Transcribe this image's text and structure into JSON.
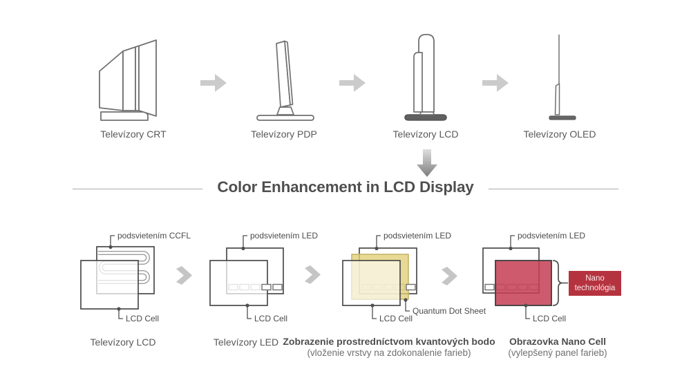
{
  "tv_evolution": {
    "items": [
      {
        "label": "Televízory CRT"
      },
      {
        "label": "Televízory PDP"
      },
      {
        "label": "Televízory LCD"
      },
      {
        "label": "Televízory OLED"
      }
    ]
  },
  "color_enhancement": {
    "heading": "Color Enhancement in LCD Display",
    "diagrams": [
      {
        "backlight_label": "podsvietením CCFL",
        "cell_label": "LCD Cell",
        "caption": "Televízory LCD"
      },
      {
        "backlight_label": "podsvietením LED",
        "cell_label": "LCD Cell",
        "caption": "Televízory LED"
      },
      {
        "backlight_label": "podsvietením LED",
        "cell_label": "LCD Cell",
        "sheet_label": "Quantum Dot Sheet",
        "caption": "Zobrazenie prostredníctvom kvantových bodo",
        "subcaption": "(vloženie vrstvy na zdokonalenie farieb)"
      },
      {
        "backlight_label": "podsvietením LED",
        "cell_label": "LCD Cell",
        "badge_label": "Nano technológia",
        "caption": "Obrazovka Nano Cell",
        "subcaption": "(vylepšený panel farieb)"
      }
    ]
  },
  "colors": {
    "quantum_sheet_fill": "rgba(226,208,118,0.78)",
    "quantum_sheet_stroke": "#c5b56a",
    "nano_panel_fill": "rgba(197,62,84,0.85)",
    "nano_badge_bg": "#b5333f",
    "arrow_gray": "#cbcbcb",
    "outline_gray": "#4a4a4a"
  }
}
